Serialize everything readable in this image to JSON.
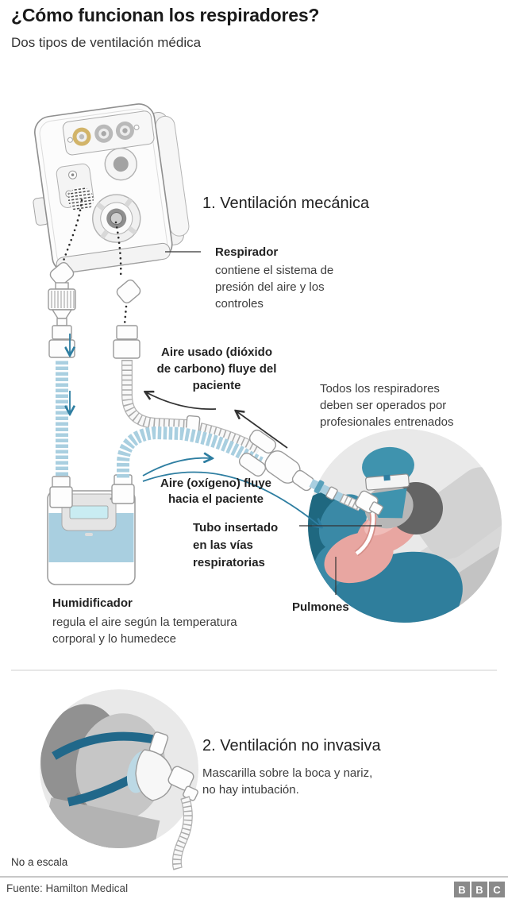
{
  "header": {
    "title": "¿Cómo funcionan los respiradores?",
    "subtitle": "Dos tipos de ventilación médica"
  },
  "section1": {
    "heading": "1. Ventilación mecánica",
    "respirador": {
      "label": "Respirador",
      "desc_lines": [
        "contiene el sistema de",
        "presión del aire y los",
        "controles"
      ]
    },
    "exhale_label_lines": [
      "Aire usado (dióxido",
      "de carbono) fluye del",
      "paciente"
    ],
    "note_lines": [
      "Todos los respiradores",
      "deben ser operados por",
      "profesionales entrenados"
    ],
    "inhale_label_lines": [
      "Aire (oxígeno) fluye",
      "hacia el paciente"
    ],
    "tube_label_lines": [
      "Tubo insertado",
      "en las vías",
      "respiratorias"
    ],
    "humidifier": {
      "label": "Humidificador",
      "desc_lines": [
        "regula el aire según la temperatura",
        "corporal y lo humedece"
      ]
    },
    "lungs_label": "Pulmones"
  },
  "section2": {
    "heading": "2. Ventilación no invasiva",
    "desc_lines": [
      "Mascarilla sobre la boca y nariz,",
      "no hay intubación."
    ]
  },
  "footer": {
    "scale_note": "No a escala",
    "source": "Fuente: Hamilton Medical",
    "logo_letters": [
      "B",
      "B",
      "C"
    ]
  },
  "colors": {
    "text_dark": "#1a1a1a",
    "text_body": "#3d3d3d",
    "accent_teal": "#2e7ea1",
    "strap_teal": "#21688a",
    "clinician_teal": "#3f93ae",
    "gown_teal": "#2f7e9c",
    "dark_teal": "#1f6880",
    "tube_blue": "#a9cfe0",
    "cushion_blue": "#bcd9e5",
    "display_cyan": "#c9ecf2",
    "lungs_pink": "#e8a6a1",
    "lungs_light": "#f0bdb9",
    "circle_bg": "#e9e9e9",
    "port_yellow": "#d2b469",
    "bbc_gray": "#8a8a8a"
  }
}
